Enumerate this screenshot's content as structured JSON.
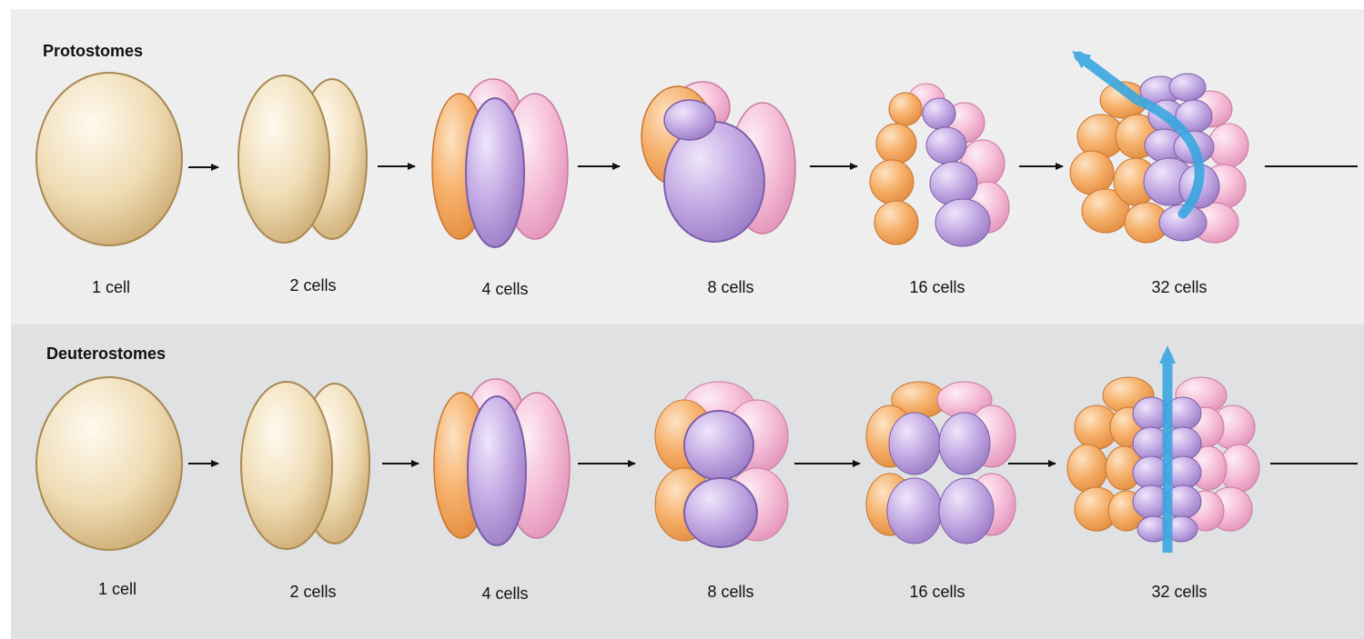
{
  "protostomes": {
    "title": "Protostomes",
    "stages": [
      "1 cell",
      "2 cells",
      "4 cells",
      "8 cells",
      "16 cells",
      "32 cells"
    ]
  },
  "deuterostomes": {
    "title": "Deuterostomes",
    "stages": [
      "1 cell",
      "2 cells",
      "4 cells",
      "8 cells",
      "16 cells",
      "32 cells"
    ]
  },
  "colors": {
    "yolk": "#e6cfa0",
    "orange": "#f2a257",
    "pink": "#f2aecb",
    "purple": "#b59ad8",
    "axis": "#3aa7e0",
    "panel_top": "#eeeeee",
    "panel_bottom": "#dfe1e3"
  }
}
